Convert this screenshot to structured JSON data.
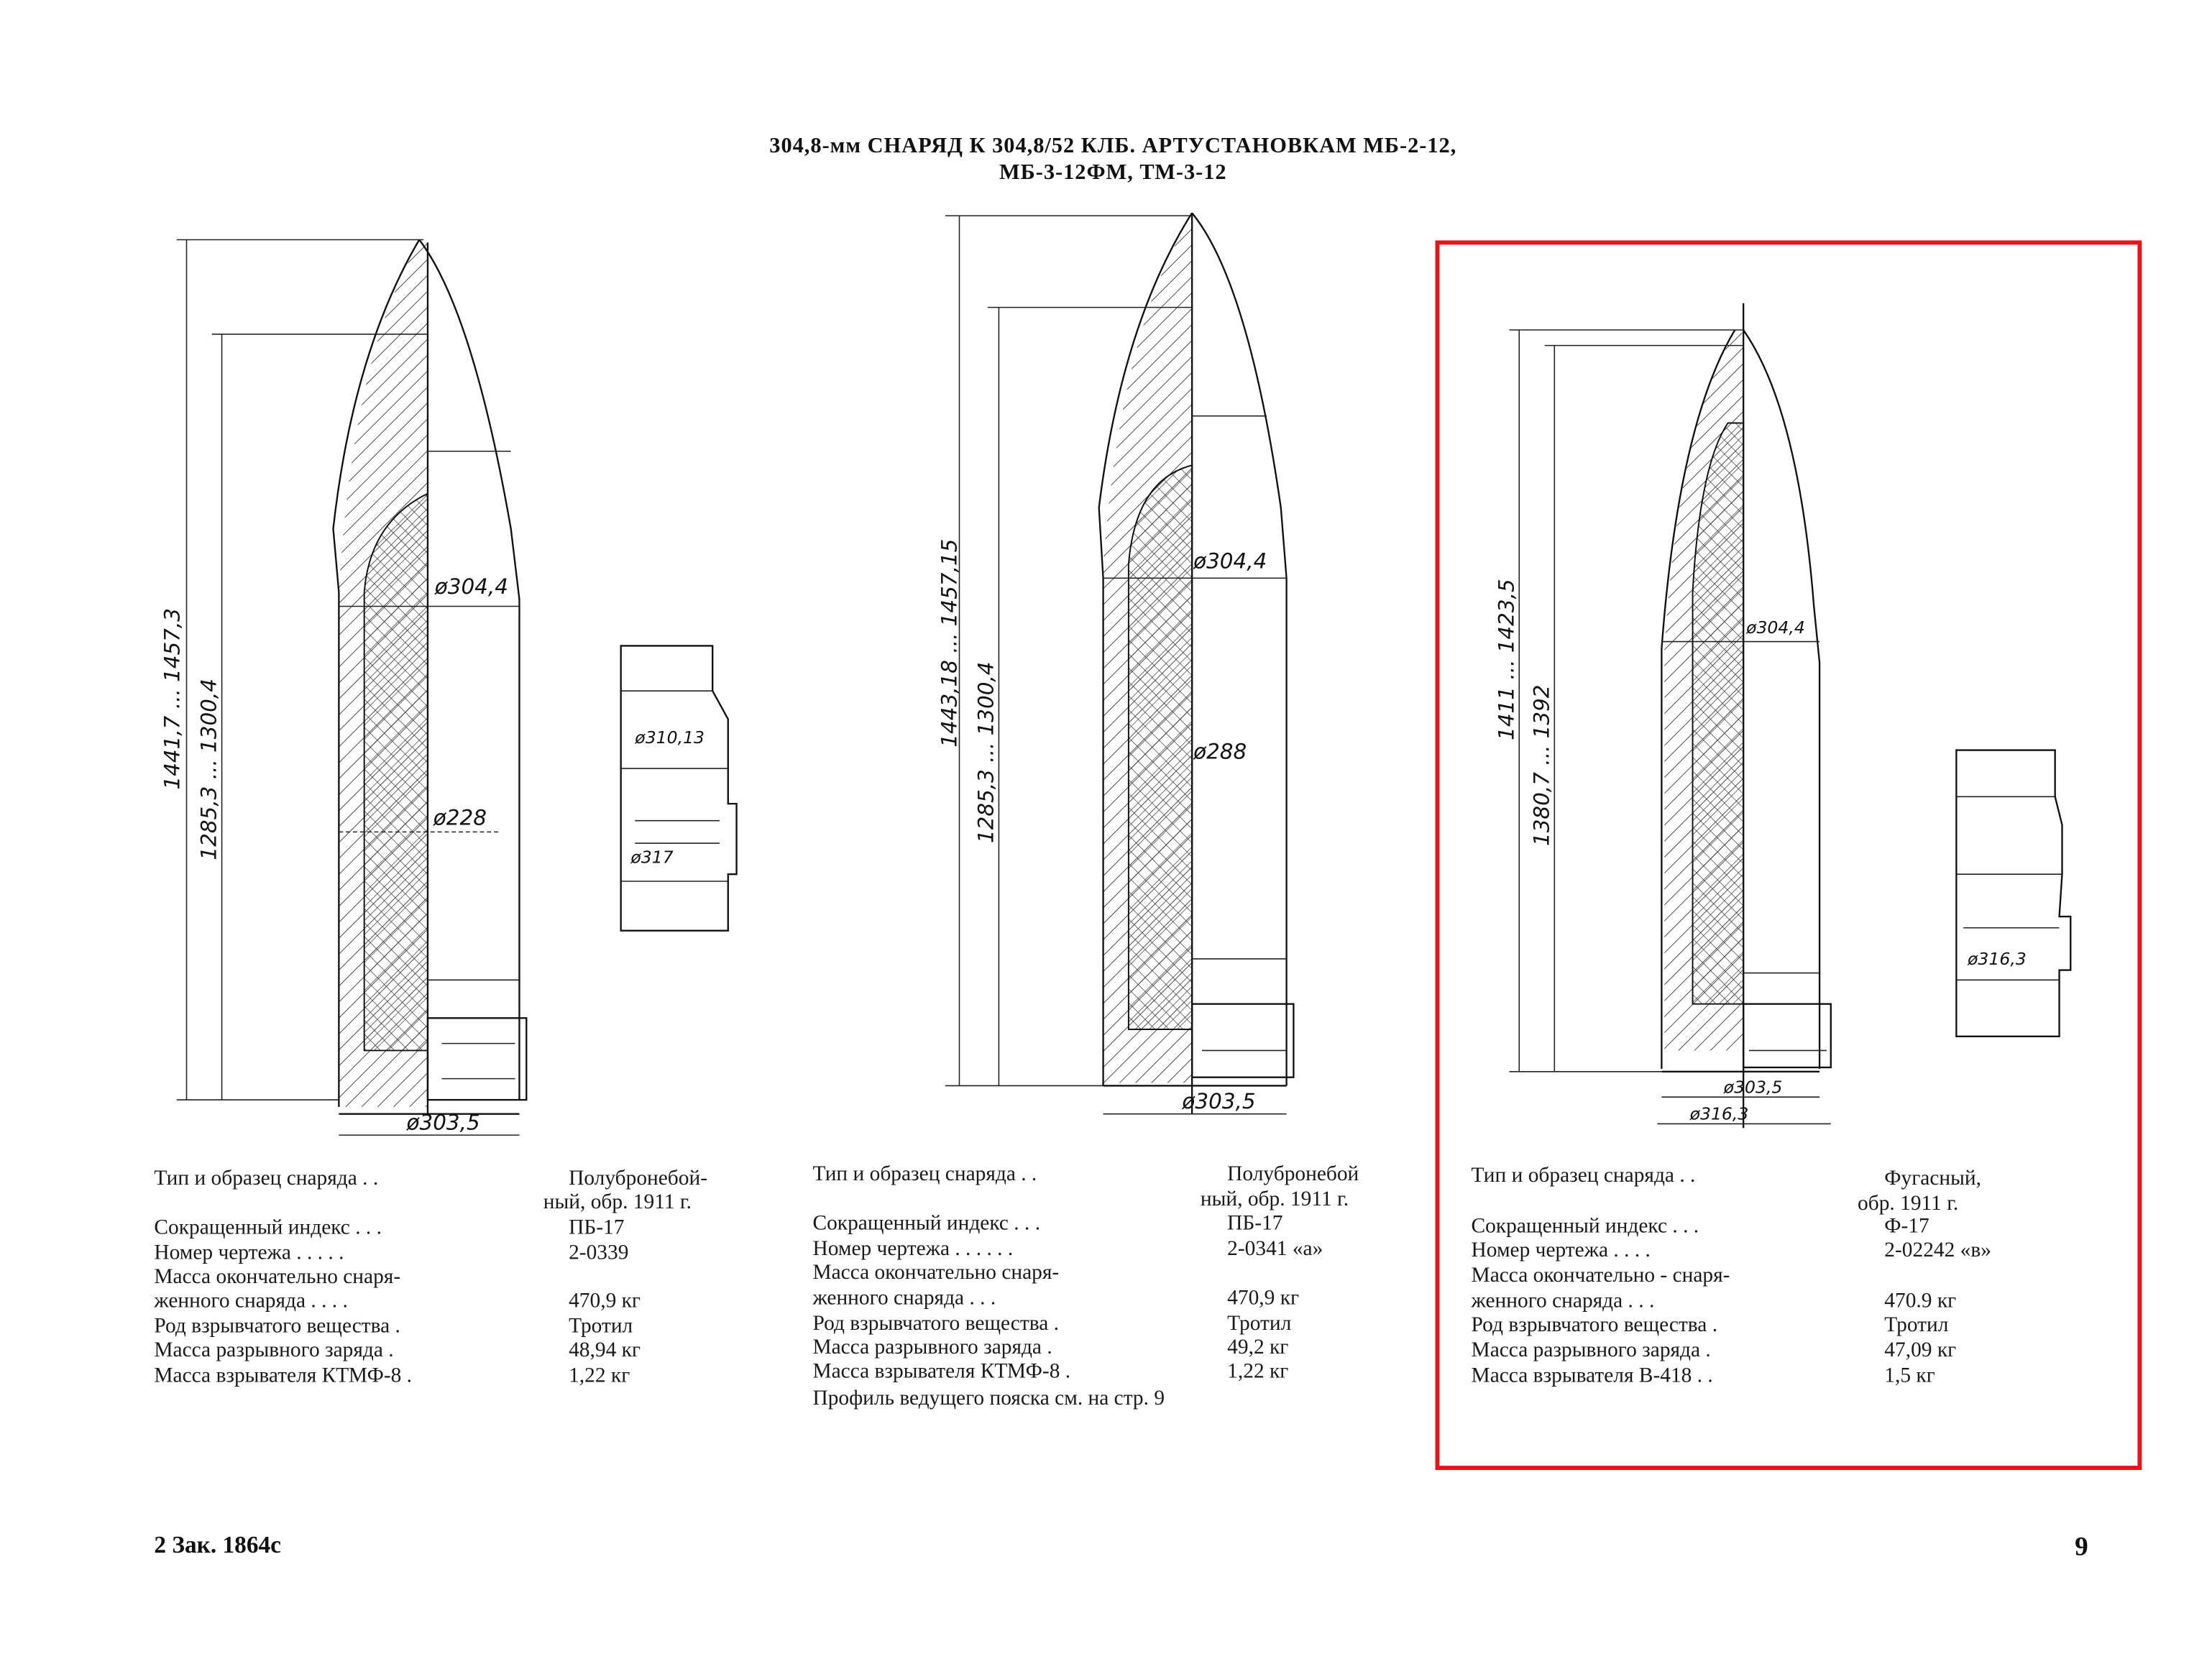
{
  "title": {
    "line1": "304,8-мм СНАРЯД К 304,8/52 КЛБ. АРТУСТАНОВКАМ МБ-2-12,",
    "line2": "МБ-3-12ФМ, ТМ-3-12"
  },
  "shells": [
    {
      "dims": {
        "overall": "1441,7 ... 1457,3",
        "body": "1285,3 ... 1300,4",
        "d_top": "ø304,4",
        "d_cavity": "ø228",
        "d_base": "ø303,5",
        "band_d1": "ø310,13",
        "band_d2": "ø317"
      },
      "specs": [
        {
          "label": "Тип и образец   снаряда   .    .",
          "value": "Полубронебой-",
          "value2": "ный, обр. 1911 г."
        },
        {
          "label": "Сокращенный индекс .    .    .",
          "value": "ПБ-17"
        },
        {
          "label": "Номер чертежа .    .    .    .    .",
          "value": "2-0339"
        },
        {
          "label": "Масса   окончательно   снаря-",
          "value": ""
        },
        {
          "label": "   женного снаряда .    .    .    .",
          "value": "470,9 кг"
        },
        {
          "label": "Род взрывчатого  вещества   .",
          "value": "Тротил"
        },
        {
          "label": "Масса  разрывного   заряда   .",
          "value": "48,94 кг"
        },
        {
          "label": "Масса  взрывателя  КТМФ-8   .",
          "value": "1,22 кг"
        }
      ]
    },
    {
      "dims": {
        "overall": "1443,18 ... 1457,15",
        "body": "1285,3 ... 1300,4",
        "d_top": "ø304,4",
        "d_cavity": "ø288",
        "d_base": "ø303,5"
      },
      "specs": [
        {
          "label": "Тип и образец   снаряда   .    .",
          "value": "Полубронебой",
          "value2": "ный, обр. 1911 г."
        },
        {
          "label": "Сокращенный индекс .    .    .",
          "value": "ПБ-17"
        },
        {
          "label": "Номер чертежа .    .   . . .    .",
          "value": "2-0341 «а»"
        },
        {
          "label": "Масса   окончательно   снаря-",
          "value": ""
        },
        {
          "label": "   женного снаряда    .    .    .",
          "value": "470,9 кг"
        },
        {
          "label": "Род взрывчатого вещества    .",
          "value": "Тротил"
        },
        {
          "label": "Масса разрывного заряда     .",
          "value": "49,2 кг"
        },
        {
          "label": "Масса  взрывателя  КТМФ-8  .",
          "value": "1,22 кг"
        }
      ],
      "note": "Профиль ведущего пояска см. на стр. 9"
    },
    {
      "dims": {
        "overall": "1411 ... 1423,5",
        "body": "1380,7 ... 1392",
        "d_top": "ø304,4",
        "d_base": "ø303,5",
        "d_band_base": "ø316,3",
        "band_d1": "ø316,3"
      },
      "specs": [
        {
          "label": "Тип и образец   снаряда   .    .",
          "value": "Фугасный,",
          "value2": "обр. 1911 г."
        },
        {
          "label": "Сокращенный индекс .    .    .",
          "value": "Ф-17"
        },
        {
          "label": "Номер   чертежа   .    .    .    .",
          "value": "2-02242 «в»"
        },
        {
          "label": "Масса   окончательно - снаря-",
          "value": ""
        },
        {
          "label": "   женного  снаряда    .    .    .",
          "value": "470.9 кг"
        },
        {
          "label": "Род взрывчатого  вещества  .",
          "value": "Тротил"
        },
        {
          "label": "Масса разрывного заряда    .",
          "value": "47,09 кг"
        },
        {
          "label": "Масса  взрывателя  В-418 .    .",
          "value": "1,5 кг"
        }
      ]
    }
  ],
  "footer": {
    "left": "2  Зак. 1864с",
    "right": "9"
  },
  "colors": {
    "highlight": "#e8141a",
    "ink": "#111111"
  }
}
